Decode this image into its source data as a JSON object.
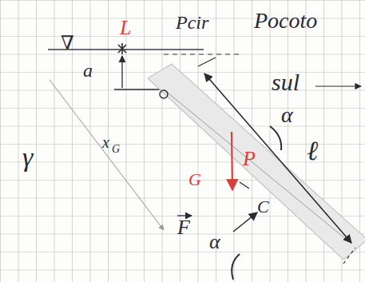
{
  "diagram": {
    "labels": [
      "L",
      "Pcir",
      "Pocoto",
      "sul",
      "∇",
      "a",
      "α",
      "ℓ",
      "γ",
      "x",
      "G",
      "P",
      "G",
      "F",
      "C",
      "α"
    ]
  }
}
